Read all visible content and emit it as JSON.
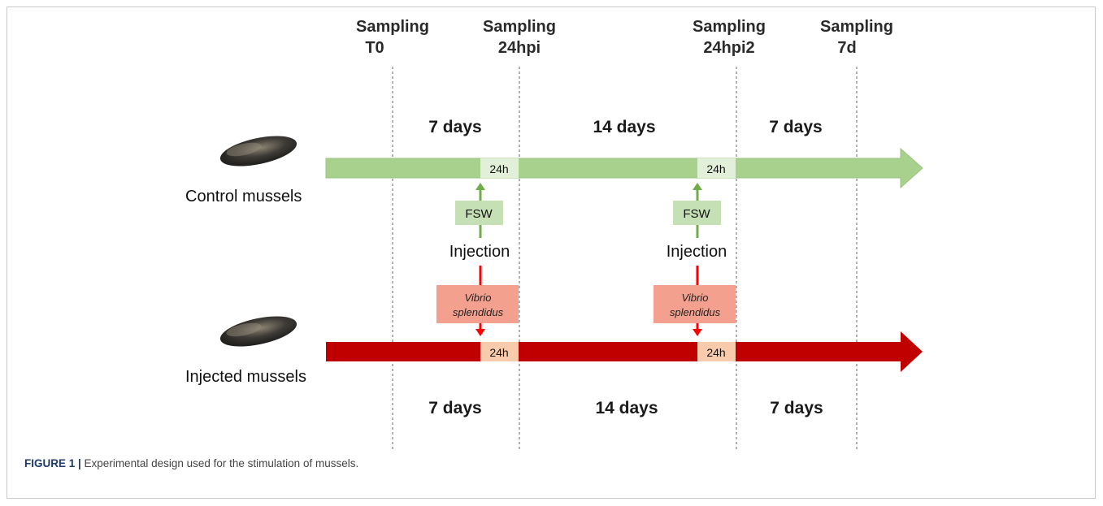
{
  "samplings": [
    {
      "line1": "Sampling",
      "line2": "T0"
    },
    {
      "line1": "Sampling",
      "line2": "24hpi"
    },
    {
      "line1": "Sampling",
      "line2": "24hpi2"
    },
    {
      "line1": "Sampling",
      "line2": "7d"
    }
  ],
  "durations_top": [
    "7 days",
    "14 days",
    "7 days"
  ],
  "durations_bottom": [
    "7 days",
    "14 days",
    "7 days"
  ],
  "groups": {
    "control": {
      "label": "Control mussels",
      "color": "#a9d18e"
    },
    "injected": {
      "label": "Injected mussels",
      "color": "#c00000"
    }
  },
  "window_label": "24h",
  "fsw_label": "FSW",
  "injection_label": "Injection",
  "vibrio": {
    "line1": "Vibrio",
    "line2": "splendidus"
  },
  "caption": {
    "prefix": "FIGURE 1 |",
    "text": " Experimental design used for the stimulation of mussels."
  }
}
